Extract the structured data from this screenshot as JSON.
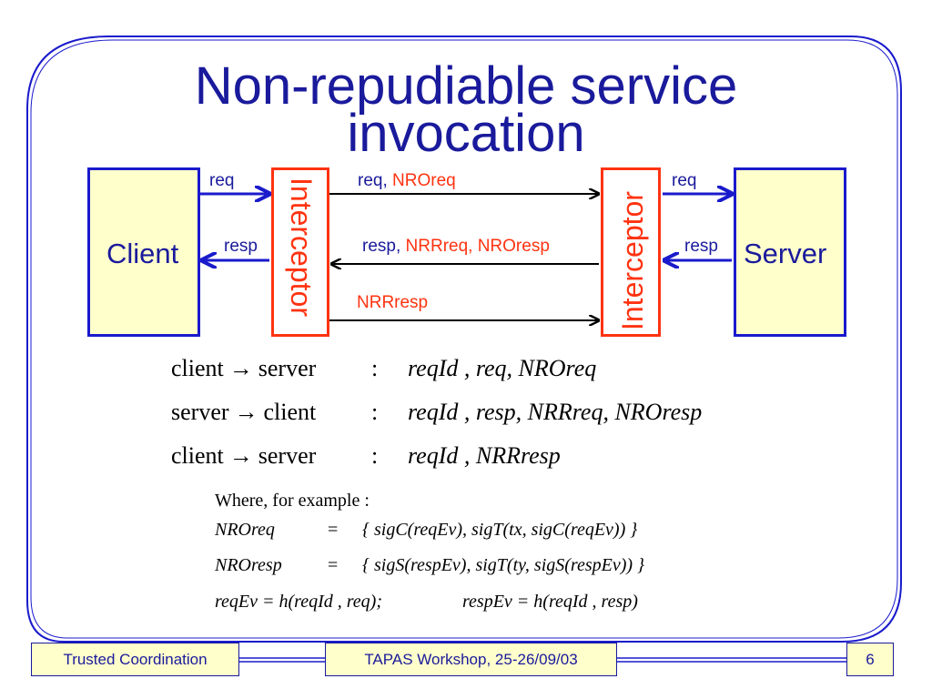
{
  "title": {
    "line1": "Non-repudiable service",
    "line2": "invocation"
  },
  "diagram": {
    "client_label": "Client",
    "server_label": "Server",
    "interceptor_left": "Interceptor",
    "interceptor_right": "Interceptor",
    "req_left": "req",
    "resp_left": "resp",
    "req_right": "req",
    "resp_right": "resp",
    "mid_top_black": "req",
    "mid_top_red": "NROreq",
    "mid_mid_black": "resp",
    "mid_mid_red": "NRRreq, NROresp",
    "mid_bottom_red": "NRRresp"
  },
  "protocol": [
    {
      "from": "client",
      "to": "server",
      "colon": ":",
      "payload": "reqId , req, NROreq"
    },
    {
      "from": "server",
      "to": "client",
      "colon": ":",
      "payload": "reqId , resp, NRRreq, NROresp"
    },
    {
      "from": "client",
      "to": "server",
      "colon": ":",
      "payload": "reqId , NRRresp"
    }
  ],
  "arrow_symbol": "→",
  "definitions": {
    "intro": "Where, for example :",
    "nroreq_lhs": "NROreq",
    "nroreq_rhs": "{ sigC(reqEv), sigT(tx, sigC(reqEv)) }",
    "nroresp_lhs": "NROresp",
    "nroresp_rhs": "{ sigS(respEv), sigT(ty, sigS(respEv)) }",
    "eq_sign": "=",
    "reqev": "reqEv = h(reqId , req);",
    "respev": "respEv = h(reqId , resp)"
  },
  "footer": {
    "left": "Trusted Coordination",
    "center": "TAPAS Workshop, 25-26/09/03",
    "right": "6"
  },
  "colors": {
    "blue": "#1a1acc",
    "red": "#ff3311",
    "box_fill": "#ffffcc"
  }
}
